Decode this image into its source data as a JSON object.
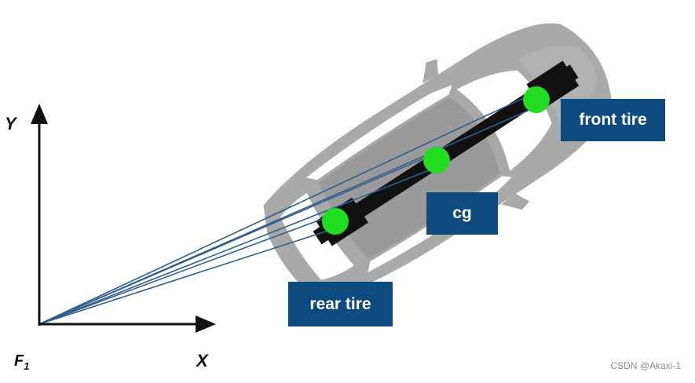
{
  "axes": {
    "y_label": "Y",
    "x_label": "X",
    "origin_label": "F",
    "origin_subscript": "1"
  },
  "labels": {
    "front_tire": "front tire",
    "cg": "cg",
    "rear_tire": "rear tire"
  },
  "watermark": "CSDN @Akaxi-1",
  "colors": {
    "car_body": "#a9a9a9",
    "car_window": "#ffffff",
    "axle_bar": "#111111",
    "point": "#22dd22",
    "ray": "#2e5f8f",
    "tag_bg": "#0d4a7e",
    "tag_text": "#ffffff"
  }
}
